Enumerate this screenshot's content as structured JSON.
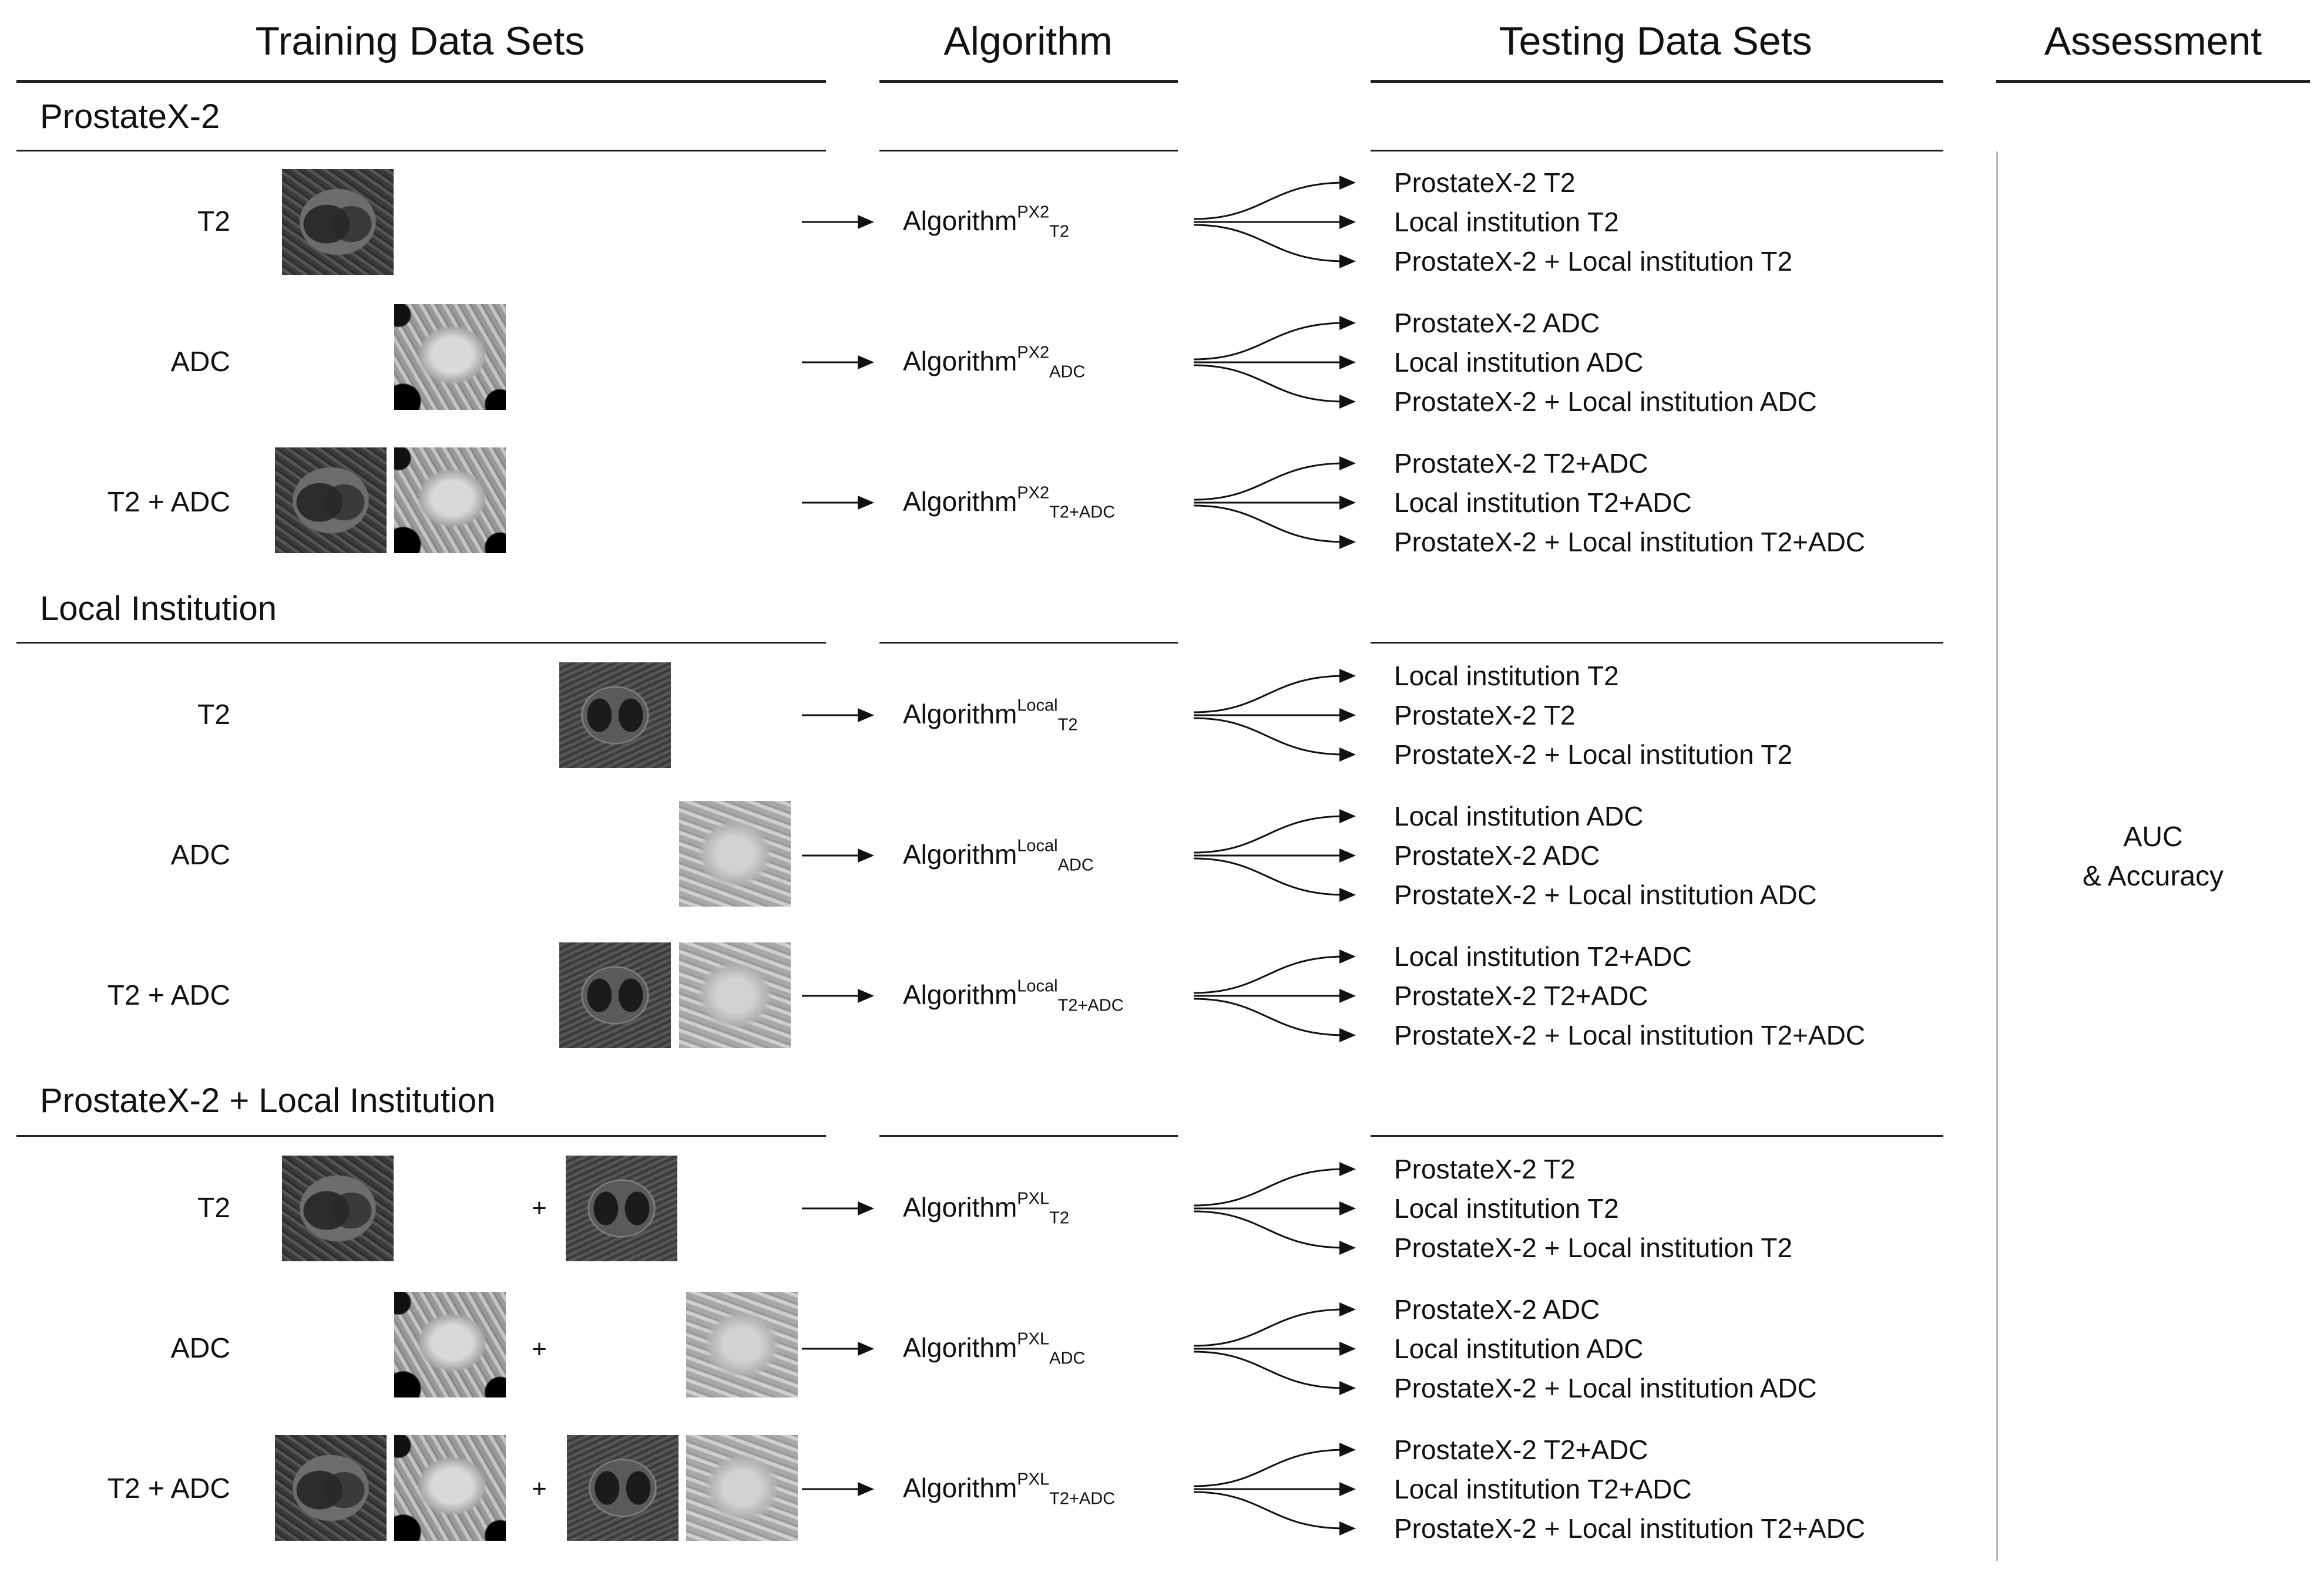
{
  "headers": {
    "training": "Training Data Sets",
    "algorithm": "Algorithm",
    "testing": "Testing Data Sets",
    "assessment": "Assessment"
  },
  "groups": [
    {
      "title": "ProstateX-2",
      "rows": [
        {
          "modality": "T2",
          "algo_base": "Algorithm",
          "algo_sup": "PX2",
          "algo_sub": "T2",
          "tests": [
            "ProstateX-2 T2",
            "Local institution T2",
            "ProstateX-2 + Local institution T2"
          ]
        },
        {
          "modality": "ADC",
          "algo_base": "Algorithm",
          "algo_sup": "PX2",
          "algo_sub": "ADC",
          "tests": [
            "ProstateX-2 ADC",
            "Local institution ADC",
            "ProstateX-2 + Local institution ADC"
          ]
        },
        {
          "modality": "T2 + ADC",
          "algo_base": "Algorithm",
          "algo_sup": "PX2",
          "algo_sub": "T2+ADC",
          "tests": [
            "ProstateX-2 T2+ADC",
            "Local institution T2+ADC",
            "ProstateX-2 + Local institution T2+ADC"
          ]
        }
      ]
    },
    {
      "title": "Local Institution",
      "rows": [
        {
          "modality": "T2",
          "algo_base": "Algorithm",
          "algo_sup": "Local",
          "algo_sub": "T2",
          "tests": [
            "Local institution T2",
            "ProstateX-2 T2",
            "ProstateX-2 + Local institution T2"
          ]
        },
        {
          "modality": "ADC",
          "algo_base": "Algorithm",
          "algo_sup": "Local",
          "algo_sub": "ADC",
          "tests": [
            "Local institution ADC",
            "ProstateX-2 ADC",
            "ProstateX-2 + Local institution ADC"
          ]
        },
        {
          "modality": "T2 + ADC",
          "algo_base": "Algorithm",
          "algo_sup": "Local",
          "algo_sub": "T2+ADC",
          "tests": [
            "Local institution T2+ADC",
            "ProstateX-2 T2+ADC",
            "ProstateX-2 + Local institution T2+ADC"
          ]
        }
      ]
    },
    {
      "title": "ProstateX-2 + Local Institution",
      "rows": [
        {
          "modality": "T2",
          "algo_base": "Algorithm",
          "algo_sup": "PXL",
          "algo_sub": "T2",
          "tests": [
            "ProstateX-2 T2",
            "Local institution T2",
            "ProstateX-2 + Local institution T2"
          ]
        },
        {
          "modality": "ADC",
          "algo_base": "Algorithm",
          "algo_sup": "PXL",
          "algo_sub": "ADC",
          "tests": [
            "ProstateX-2 ADC",
            "Local institution ADC",
            "ProstateX-2 + Local institution ADC"
          ]
        },
        {
          "modality": "T2 + ADC",
          "algo_base": "Algorithm",
          "algo_sup": "PXL",
          "algo_sub": "T2+ADC",
          "tests": [
            "ProstateX-2 T2+ADC",
            "Local institution T2+ADC",
            "ProstateX-2 + Local institution T2+ADC"
          ]
        }
      ]
    }
  ],
  "plus_sign": "+",
  "assessment": {
    "line1": "AUC",
    "line2": "& Accuracy"
  }
}
